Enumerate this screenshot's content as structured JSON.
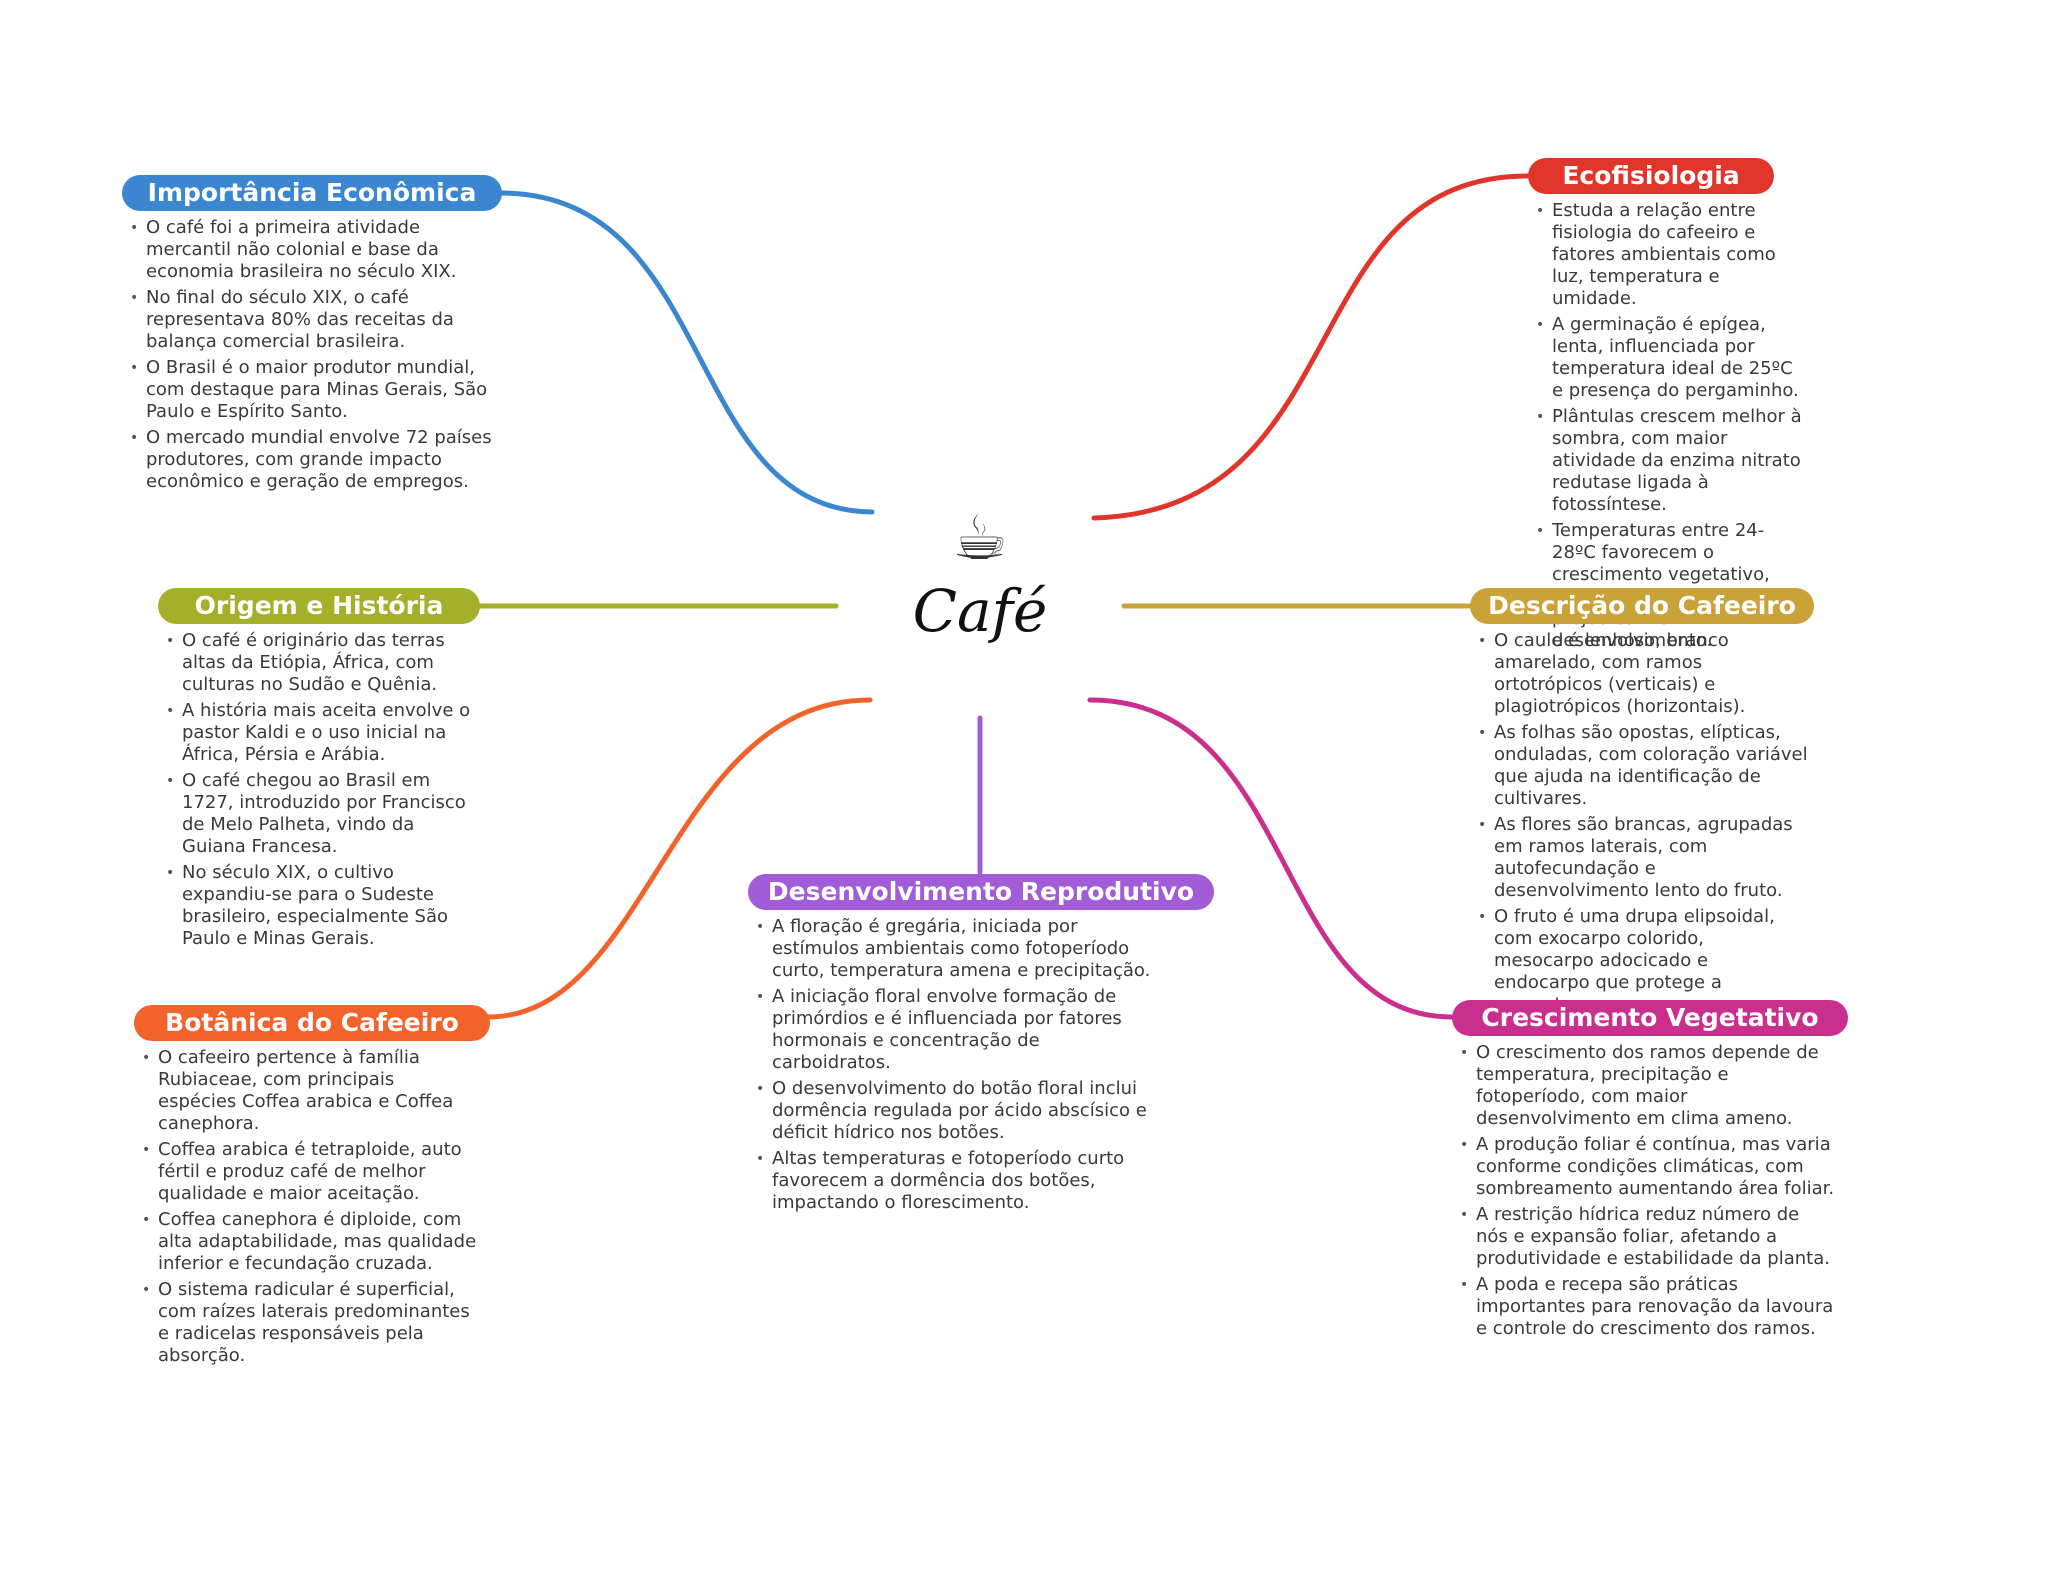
{
  "center": {
    "title": "Café",
    "icon": "hot-coffee-icon",
    "glyph": "☕"
  },
  "branches": [
    {
      "id": "importancia-economica",
      "title": "Importância Econômica",
      "color": "#3B86D0",
      "bullets": [
        "O café foi a primeira atividade mercantil não colonial e base da economia brasileira no século XIX.",
        "No final do século XIX, o café representava 80% das receitas da balança comercial brasileira.",
        "O Brasil é o maior produtor mundial, com destaque para Minas Gerais, São Paulo e Espírito Santo.",
        "O mercado mundial envolve 72 países produtores, com grande impacto econômico e geração de empregos."
      ]
    },
    {
      "id": "origem-historia",
      "title": "Origem e História",
      "color": "#A4AF2A",
      "bullets": [
        "O café é originário das terras altas da Etiópia, África, com culturas no Sudão e Quênia.",
        "A história mais aceita envolve o pastor Kaldi e o uso inicial na África, Pérsia e Arábia.",
        "O café chegou ao Brasil em 1727, introduzido por Francisco de Melo Palheta, vindo da Guiana Francesa.",
        "No século XIX, o cultivo expandiu-se para o Sudeste brasileiro, especialmente São Paulo e Minas Gerais."
      ]
    },
    {
      "id": "botanica-cafeeiro",
      "title": "Botânica do Cafeeiro",
      "color": "#F2622B",
      "bullets": [
        "O cafeeiro pertence à família Rubiaceae, com principais espécies Coffea arabica e Coffea canephora.",
        "Coffea arabica é tetraploide, auto fértil e produz café de melhor qualidade e maior aceitação.",
        "Coffea canephora é diploide, com alta adaptabilidade, mas qualidade inferior e fecundação cruzada.",
        "O sistema radicular é superficial, com raízes laterais predominantes e radicelas responsáveis pela absorção."
      ]
    },
    {
      "id": "desenvolvimento-reprodutivo",
      "title": "Desenvolvimento Reprodutivo",
      "color": "#A35CD8",
      "bullets": [
        "A floração é gregária, iniciada por estímulos ambientais como fotoperíodo curto, temperatura amena e precipitação.",
        "A iniciação floral envolve formação de primórdios e é influenciada por fatores hormonais e concentração de carboidratos.",
        "O desenvolvimento do botão floral inclui dormência regulada por ácido abscísico e déficit hídrico nos botões.",
        "Altas temperaturas e fotoperíodo curto favorecem a dormência dos botões, impactando o florescimento."
      ]
    },
    {
      "id": "ecofisiologia",
      "title": "Ecofisiologia",
      "color": "#E0352A",
      "bullets": [
        "Estuda a relação entre fisiologia do cafeeiro e fatores ambientais como luz, temperatura e umidade.",
        "A germinação é epígea, lenta, influenciada por temperatura ideal de 25ºC e presença do pergaminho.",
        "Plântulas crescem melhor à sombra, com maior atividade da enzima nitrato redutase ligada à fotossíntese.",
        "Temperaturas entre 24-28ºC favorecem o crescimento vegetativo, enquanto extremos prejudicam o desenvolvimento."
      ]
    },
    {
      "id": "descricao-cafeeiro",
      "title": "Descrição do Cafeeiro",
      "color": "#C9A338",
      "bullets": [
        "O caule é lenhoso, branco amarelado, com ramos ortotrópicos (verticais) e plagiotrópicos (horizontais).",
        "As folhas são opostas, elípticas, onduladas, com coloração variável que ajuda na identificação de cultivares.",
        "As flores são brancas, agrupadas em ramos laterais, com autofecundação e desenvolvimento lento do fruto.",
        "O fruto é uma drupa elipsoidal, com exocarpo colorido, mesocarpo adocicado e endocarpo que protege a semente."
      ]
    },
    {
      "id": "crescimento-vegetativo",
      "title": "Crescimento Vegetativo",
      "color": "#CB2F8E",
      "bullets": [
        "O crescimento dos ramos depende de temperatura, precipitação e fotoperíodo, com maior desenvolvimento em clima ameno.",
        "A produção foliar é contínua, mas varia conforme condições climáticas, com sombreamento aumentando área foliar.",
        "A restrição hídrica reduz número de nós e expansão foliar, afetando a produtividade e estabilidade da planta.",
        "A poda e recepa são práticas importantes para renovação da lavoura e controle do crescimento dos ramos."
      ]
    }
  ]
}
